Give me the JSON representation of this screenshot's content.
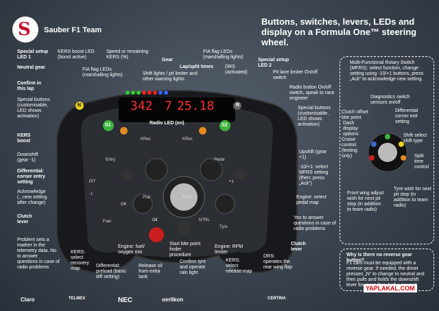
{
  "header": {
    "brand": "Sauber F1 Team",
    "title": "Buttons, switches, levers, LEDs and display on a Formula One™ steering wheel."
  },
  "display": {
    "left": "342",
    "gear": "7",
    "right": "25.18"
  },
  "wheel_labels": {
    "s1": "S1",
    "s2": "S2",
    "krec1": "KRec",
    "krec2": "KRec",
    "entry": "Entry",
    "pedal": "Pedal",
    "fuel": "Fuel",
    "tyre": "Tyre",
    "rpm": "RPM",
    "pral": "Pral",
    "oil": "Oil",
    "ntrl": "NTRL",
    "pit": "PIT",
    "ok": "OK",
    "minus": "-1",
    "plus": "+1",
    "radio": "R",
    "neutral": "N"
  },
  "callouts": {
    "special_led1": "Special setup LED 1",
    "kers_led": "KERS boost LED (boost active)",
    "speed": "Speed or remaining KERS (%)",
    "gear": "Gear",
    "fia_leds_r": "FIA flag LEDs (marshalling lights)",
    "special_led2": "Special setup LED 2",
    "neutral": "Neutral gear",
    "fia_leds_l": "FIA flag LEDs (marshalling lights)",
    "lap": "Lap/split times",
    "drs_act": "DRS (activated)",
    "shift": "Shift lights / pit limiter and other warning lights",
    "pit_limiter": "Pit lane limiter On/off switch",
    "confirm_lap": "Confirm in this lap",
    "special_btns": "Special buttons (customisable, LED shows activation)",
    "radio_btn": "Radio button On/off switch, speak to race engineer",
    "radio_led": "Radio LED (on)",
    "special_btns_r": "Special buttons (customisable, LED shows activation)",
    "kers_boost": "KERS boost",
    "downshift": "Downshift (gear -1)",
    "upshift": "Upshift (gear +1)",
    "diff_entry": "Differential: corner entry setting",
    "mfrs_sel": "-10/+1: select MFRS setting (then: press „Ack“)",
    "ack": "Acknowledge (...new setting after change)",
    "engine_pedal": "Engine: select pedal map",
    "clutch_l": "Clutch lever",
    "yes": "Yes to answer questions in case of radio problems",
    "problem": "Problem sets a marker in the telemetry data. No to answer questions in case of radio problems",
    "kers_rec": "KERS: select recovery map",
    "engine_fuel": "Engine: fuel/ oxygen mix",
    "start_bite": "Start bite point finder procedure",
    "engine_rpm": "Engine: RPM limiter",
    "clutch_r": "Clutch lever",
    "diff_preload": "Differential: preload (basic diff setting)",
    "release_oil": "Release oil from extra tank",
    "confirm_tyre": "Confirm tyre and operate rain light",
    "kers_release": "KERS: select release map",
    "drs_op": "DRS: operates the rear wing flap"
  },
  "mfrs_panel": {
    "title": "Multi-Functional Rotary Switch (MFRS): select function, change setting using -10/+1 buttons, press „Ack“ to acknowledge new setting.",
    "diagnostics": "Diagnostics switch sensors on/off",
    "clutch": "Clutch offset bite point",
    "differential": "Differential corner exit setting",
    "dash": "Dash display options",
    "shift_select": "Shift select shift type",
    "cruise": "Cruise control (testing only)",
    "split": "Split time control",
    "front_wing": "Front wing adjust wish for next pit stop (in addition to team radio)",
    "tyre_wish": "Tyre wish for next pit stop (in addition to team radio)"
  },
  "reverse_panel": {
    "title": "Why is there no reverse gear button?",
    "text": "F1 cars must be equipped with a reverse gear. If needed, the driver presses „N“ to change to neutral and then pulls and holds the downshift lever for more than half a second."
  },
  "sponsors": [
    "Claro",
    "TELMEX",
    "NEC",
    "oerlikon",
    "CERTINA"
  ],
  "watermark": "YAPLAKAL.COM",
  "colors": {
    "background": "#3a4350",
    "wheel": "#1a1c20",
    "display": "#ff2020",
    "s_button": "#3cb43c"
  }
}
